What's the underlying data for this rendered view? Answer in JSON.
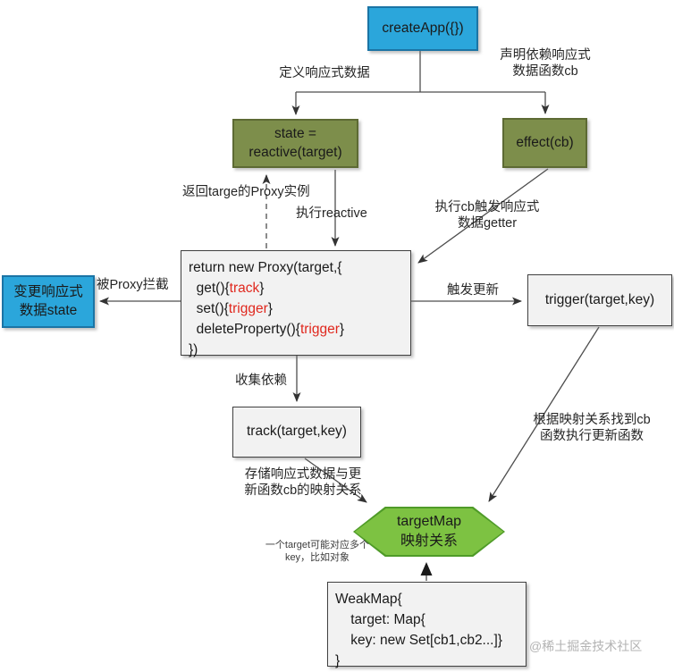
{
  "nodes": {
    "create_app": {
      "label": "createApp({})"
    },
    "state_reactive": {
      "label": "state =\nreactive(target)"
    },
    "effect": {
      "label": "effect(cb)"
    },
    "proxy": {
      "line1": "return new Proxy(target,{",
      "line2_pre": "  get(){",
      "line2_red": "track",
      "line2_post": "}",
      "line3_pre": "  set(){",
      "line3_red": "trigger",
      "line3_post": "}",
      "line4_pre": "  deleteProperty(){",
      "line4_red": "trigger",
      "line4_post": "}",
      "line5": "})"
    },
    "change_state": {
      "label": "变更响应式\n数据state"
    },
    "trigger_fn": {
      "label": "trigger(target,key)"
    },
    "track_fn": {
      "label": "track(target,key)"
    },
    "target_map": {
      "label": "targetMap\n映射关系"
    },
    "weak_map": {
      "line1": "WeakMap{",
      "line2": "    target: Map{",
      "line3": "    key: new Set[cb1,cb2...]}",
      "line4": "}"
    }
  },
  "edge_labels": {
    "define_reactive": "定义响应式数据",
    "declare_cb": "声明依赖响应式\n数据函数cb",
    "return_proxy": "返回targe的Proxy实例",
    "exec_reactive": "执行reactive",
    "exec_cb_getter": "执行cb触发响应式\n数据getter",
    "proxy_intercept": "被Proxy拦截",
    "trigger_update": "触发更新",
    "collect_deps": "收集依赖",
    "find_cb": "根据映射关系找到cb\n函数执行更新函数",
    "store_mapping": "存储响应式数据与更\n新函数cb的映射关系",
    "multi_key_note": "一个target可能对应多个\nkey，比如对象"
  },
  "watermark": "@稀土掘金技术社区",
  "colors": {
    "blue_box": "#2ba6db",
    "olive_box": "#7d8e4b",
    "hexagon_green": "#7dc242",
    "gray_box": "#f2f2f2",
    "red_keyword": "#e0281e",
    "arrow": "#4d4d4d"
  }
}
